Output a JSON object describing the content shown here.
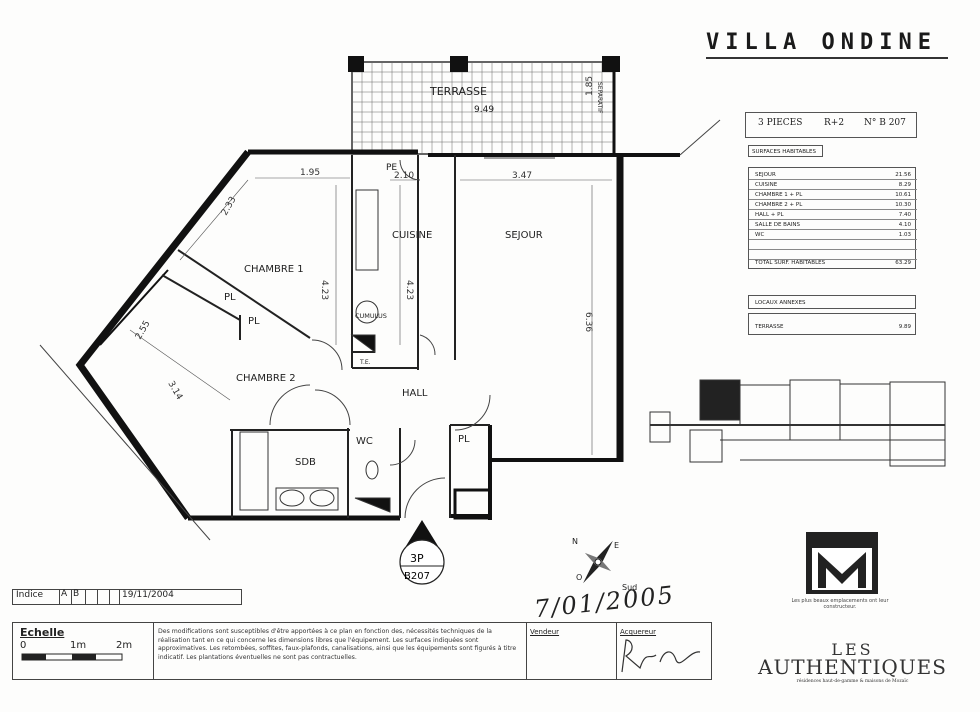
{
  "title": "VILLA ONDINE",
  "unit_info": {
    "pieces": "3 PIECES",
    "level": "R+2",
    "number": "N° B 207"
  },
  "surfaces": {
    "heading": "SURFACES HABITABLES",
    "rows": [
      {
        "label": "SEJOUR",
        "value": "21.56"
      },
      {
        "label": "CUISINE",
        "value": "8.29"
      },
      {
        "label": "CHAMBRE 1 + PL",
        "value": "10.61"
      },
      {
        "label": "CHAMBRE 2 + PL",
        "value": "10.30"
      },
      {
        "label": "HALL + PL",
        "value": "7.40"
      },
      {
        "label": "SALLE DE BAINS",
        "value": "4.10"
      },
      {
        "label": "WC",
        "value": "1.03"
      }
    ],
    "total_label": "TOTAL SURF. HABITABLES",
    "total_value": "63.29",
    "annexes_label": "LOCAUX ANNEXES",
    "terrasse_label": "TERRASSE",
    "terrasse_value": "9.89"
  },
  "plan": {
    "rooms": {
      "terrasse": "TERRASSE",
      "terrasse_val": "9.49",
      "separatif": "SEPARATIF",
      "sejour": "SEJOUR",
      "cuisine": "CUISINE",
      "chambre1": "CHAMBRE 1",
      "chambre2": "CHAMBRE 2",
      "hall": "HALL",
      "sdb": "SDB",
      "wc": "WC",
      "pl": "PL",
      "pe": "PE",
      "cumulus": "CUMULUS",
      "te": "T.E."
    },
    "dims": {
      "d195": "1.95",
      "d210": "2.10",
      "d347": "3.47",
      "d185": "1.85",
      "d233": "2.33",
      "d423a": "4.23",
      "d423b": "4.23",
      "d636": "6.36",
      "d255": "2.55",
      "d314": "3.14"
    },
    "tag_top": "3P",
    "tag_bottom": "B207"
  },
  "indice": {
    "label": "Indice",
    "a": "A",
    "b": "B",
    "date": "19/11/2004"
  },
  "echelle": {
    "label": "Echelle",
    "s0": "0",
    "s1": "1m",
    "s2": "2m"
  },
  "disclaimer": "Des modifications sont susceptibles d'être apportées à ce plan en fonction des, nécessités techniques de la réalisation tant en ce qui concerne les dimensions libres que l'équipement. Les surfaces indiquées sont approximatives. Les retombées, soffites, faux-plafonds, canalisations, ainsi que les équipements sont figurés à titre indicatif. Les plantations éventuelles ne sont pas contractuelles.",
  "vendeur": "Vendeur",
  "acquereur": "Acquereur",
  "handwritten_date": "7/01/2005",
  "compass": {
    "north": "N",
    "south": "Sud",
    "west": "O",
    "east": "E"
  },
  "brand": {
    "slogan": "Les plus beaux emplacements ont leur constructeur.",
    "les": "LES",
    "name": "AUTHENTIQUES",
    "sub": "résidences haut-de-gamme & maisons de Mozaïc"
  },
  "colors": {
    "ink": "#1a1a1a",
    "wall": "#111111",
    "paper": "#fdfdfc"
  }
}
